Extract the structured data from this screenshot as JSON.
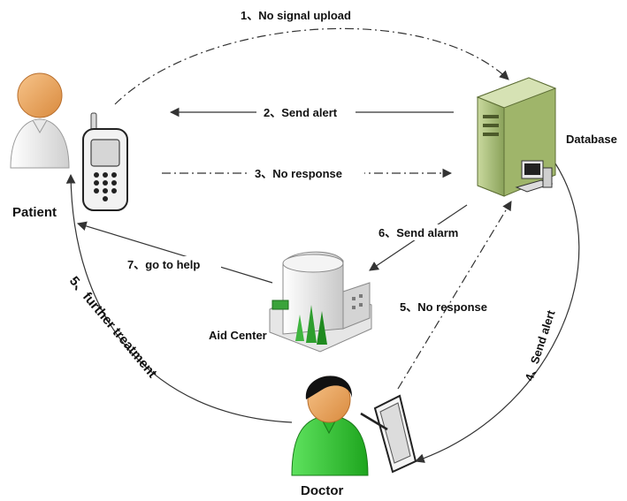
{
  "nodes": {
    "patient": "Patient",
    "database": "Database",
    "aid_center": "Aid Center",
    "doctor": "Doctor"
  },
  "edges": {
    "e1": "1、No signal upload",
    "e2": "2、Send alert",
    "e3": "3、No response",
    "e4": "4、Send alert",
    "e5a": "5、No response",
    "e5b": "5、further treatment",
    "e6": "6、Send alarm",
    "e7": "7、go to help"
  },
  "colors": {
    "skin": "#e8a35e",
    "server": "#a9bf78",
    "doctor_shirt": "#35c935",
    "tower": "#2e9e2e"
  },
  "icons": [
    "patient-icon",
    "phone-icon",
    "server-icon",
    "building-icon",
    "doctor-icon",
    "tablet-icon"
  ]
}
